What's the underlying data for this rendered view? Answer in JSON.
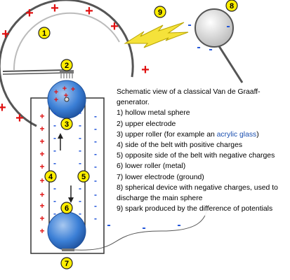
{
  "caption": {
    "title": "Schematic view of a classical Van de Graaff-generator.",
    "items": [
      "1) hollow metal sphere",
      "2) upper electrode",
      "3) upper roller (for example an ",
      "4) side of the belt with positive charges",
      "5) opposite side of the belt with negative charges",
      "6) lower roller (metal)",
      "7) lower electrode (ground)",
      "8) spherical device with negative charges, used to discharge the main sphere",
      "9) spark produced by the difference of potentials"
    ],
    "item3_link": "acrylic glass",
    "item3_suffix": ")"
  },
  "markers": [
    "1",
    "2",
    "3",
    "4",
    "5",
    "6",
    "7",
    "8",
    "9"
  ],
  "signs": {
    "plus": "+",
    "minus": "-"
  },
  "colors": {
    "marker_fill": "#ffee00",
    "positive": "#e01010",
    "negative": "#1a4fd8",
    "roller": "#3b7fd6",
    "spark": "#f5e23a",
    "sphere": "#d8d8d8"
  }
}
